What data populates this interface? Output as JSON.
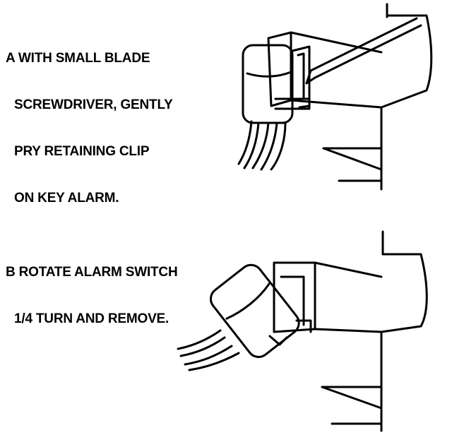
{
  "steps": [
    {
      "letter": "A",
      "lines": [
        "A WITH SMALL BLADE",
        "SCREWDRIVER, GENTLY",
        "PRY RETAINING CLIP",
        "ON KEY ALARM."
      ]
    },
    {
      "letter": "B",
      "lines": [
        "B ROTATE ALARM SWITCH",
        "1/4 TURN AND REMOVE."
      ]
    }
  ],
  "colors": {
    "ink": "#000000",
    "paper": "#ffffff"
  }
}
